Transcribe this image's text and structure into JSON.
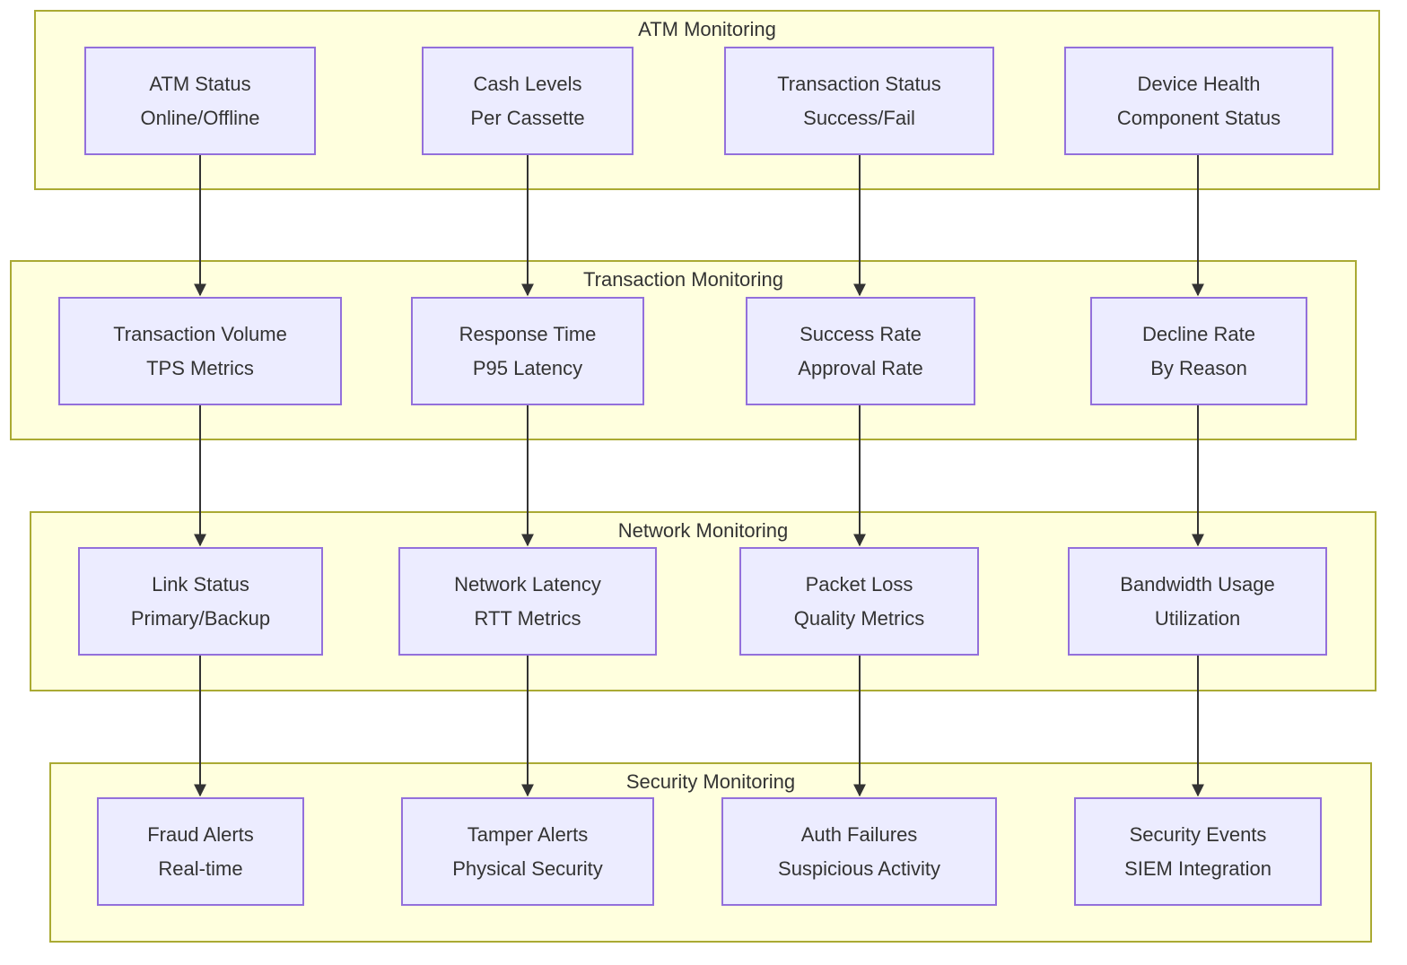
{
  "diagram": {
    "type": "flowchart",
    "direction": "top-down",
    "colors": {
      "background": "#ffffff",
      "group_fill": "#ffffde",
      "group_border": "#aaaa33",
      "node_fill": "#ececff",
      "node_border": "#9370db",
      "text": "#333333",
      "arrow": "#333333"
    },
    "groups": [
      {
        "title": "ATM Monitoring",
        "nodes": [
          {
            "line1": "ATM Status",
            "line2": "Online/Offline"
          },
          {
            "line1": "Cash Levels",
            "line2": "Per Cassette"
          },
          {
            "line1": "Transaction Status",
            "line2": "Success/Fail"
          },
          {
            "line1": "Device Health",
            "line2": "Component Status"
          }
        ]
      },
      {
        "title": "Transaction Monitoring",
        "nodes": [
          {
            "line1": "Transaction Volume",
            "line2": "TPS Metrics"
          },
          {
            "line1": "Response Time",
            "line2": "P95 Latency"
          },
          {
            "line1": "Success Rate",
            "line2": "Approval Rate"
          },
          {
            "line1": "Decline Rate",
            "line2": "By Reason"
          }
        ]
      },
      {
        "title": "Network Monitoring",
        "nodes": [
          {
            "line1": "Link Status",
            "line2": "Primary/Backup"
          },
          {
            "line1": "Network Latency",
            "line2": "RTT Metrics"
          },
          {
            "line1": "Packet Loss",
            "line2": "Quality Metrics"
          },
          {
            "line1": "Bandwidth Usage",
            "line2": "Utilization"
          }
        ]
      },
      {
        "title": "Security Monitoring",
        "nodes": [
          {
            "line1": "Fraud Alerts",
            "line2": "Real-time"
          },
          {
            "line1": "Tamper Alerts",
            "line2": "Physical Security"
          },
          {
            "line1": "Auth Failures",
            "line2": "Suspicious Activity"
          },
          {
            "line1": "Security Events",
            "line2": "SIEM Integration"
          }
        ]
      }
    ],
    "edges": [
      {
        "from": "ATM Status",
        "to": "Transaction Volume"
      },
      {
        "from": "Cash Levels",
        "to": "Response Time"
      },
      {
        "from": "Transaction Status",
        "to": "Success Rate"
      },
      {
        "from": "Device Health",
        "to": "Decline Rate"
      },
      {
        "from": "Transaction Volume",
        "to": "Link Status"
      },
      {
        "from": "Response Time",
        "to": "Network Latency"
      },
      {
        "from": "Success Rate",
        "to": "Packet Loss"
      },
      {
        "from": "Decline Rate",
        "to": "Bandwidth Usage"
      },
      {
        "from": "Link Status",
        "to": "Fraud Alerts"
      },
      {
        "from": "Network Latency",
        "to": "Tamper Alerts"
      },
      {
        "from": "Packet Loss",
        "to": "Auth Failures"
      },
      {
        "from": "Bandwidth Usage",
        "to": "Security Events"
      }
    ]
  }
}
